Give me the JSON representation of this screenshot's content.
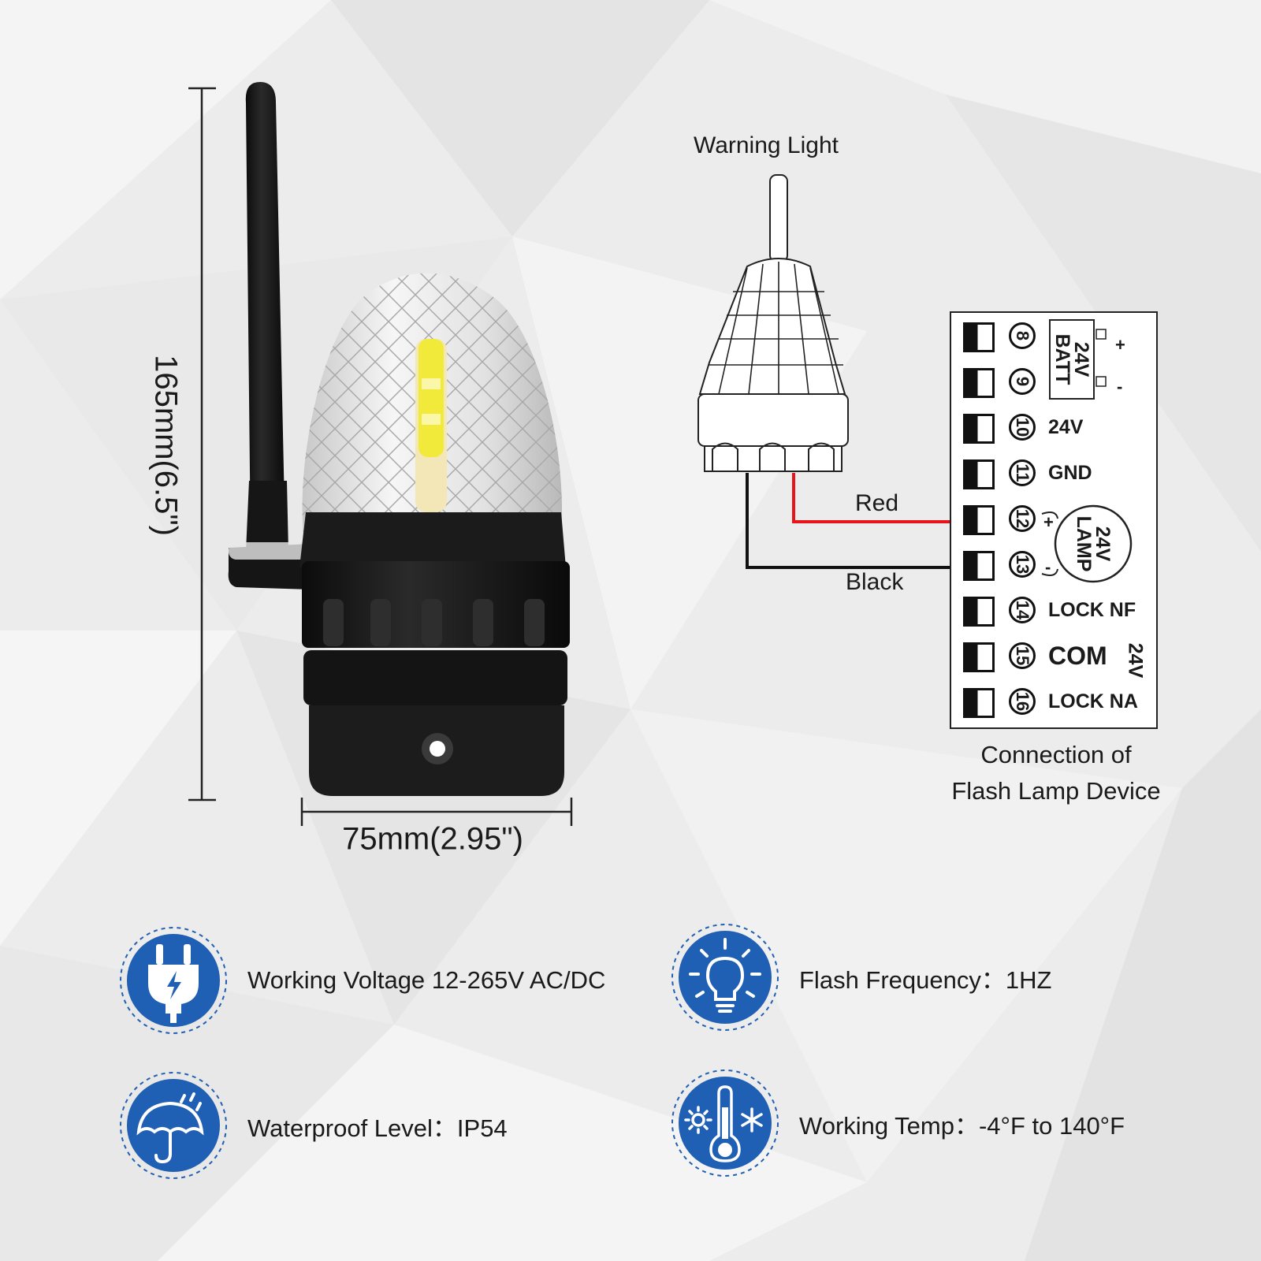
{
  "dimensions": {
    "height_label": "165mm(6.5\")",
    "width_label": "75mm(2.95\")"
  },
  "diagram": {
    "device_label": "Warning Light",
    "wire_red_label": "Red",
    "wire_black_label": "Black",
    "wire_colors": {
      "red": "#e8141b",
      "black": "#111111"
    },
    "caption_line1": "Connection of",
    "caption_line2": "Flash Lamp Device",
    "terminals": [
      {
        "number": "8",
        "label": ""
      },
      {
        "number": "9",
        "label": ""
      },
      {
        "number": "10",
        "label": "24V"
      },
      {
        "number": "11",
        "label": "GND"
      },
      {
        "number": "12",
        "label": ""
      },
      {
        "number": "13",
        "label": ""
      },
      {
        "number": "14",
        "label": "LOCK NF"
      },
      {
        "number": "15",
        "label": "COM"
      },
      {
        "number": "16",
        "label": "LOCK NA"
      }
    ],
    "batt_label_line1": "24V",
    "batt_label_line2": "BATT",
    "lamp_label_line1": "24V",
    "lamp_label_line2": "LAMP",
    "plus_sign": "+",
    "minus_sign": "-",
    "com_voltage": "24V"
  },
  "features": [
    {
      "icon": "plug-icon",
      "text": "Working Voltage 12-265V AC/DC"
    },
    {
      "icon": "bulb-icon",
      "text": "Flash Frequency：1HZ"
    },
    {
      "icon": "umbrella-rain-icon",
      "text": "Waterproof Level：IP54"
    },
    {
      "icon": "thermometer-icon",
      "text": "Working Temp：-4°F to 140°F"
    }
  ],
  "colors": {
    "icon_blue": "#1f5fb4",
    "icon_ring": "#1f5fb4",
    "background": "#eeeeee"
  }
}
